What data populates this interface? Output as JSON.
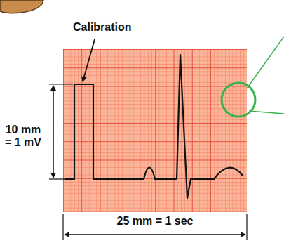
{
  "diagram": {
    "labels": [
      "Calibration",
      "10 mm = 1 mV",
      "25 mm = 1 sec"
    ]
  }
}
